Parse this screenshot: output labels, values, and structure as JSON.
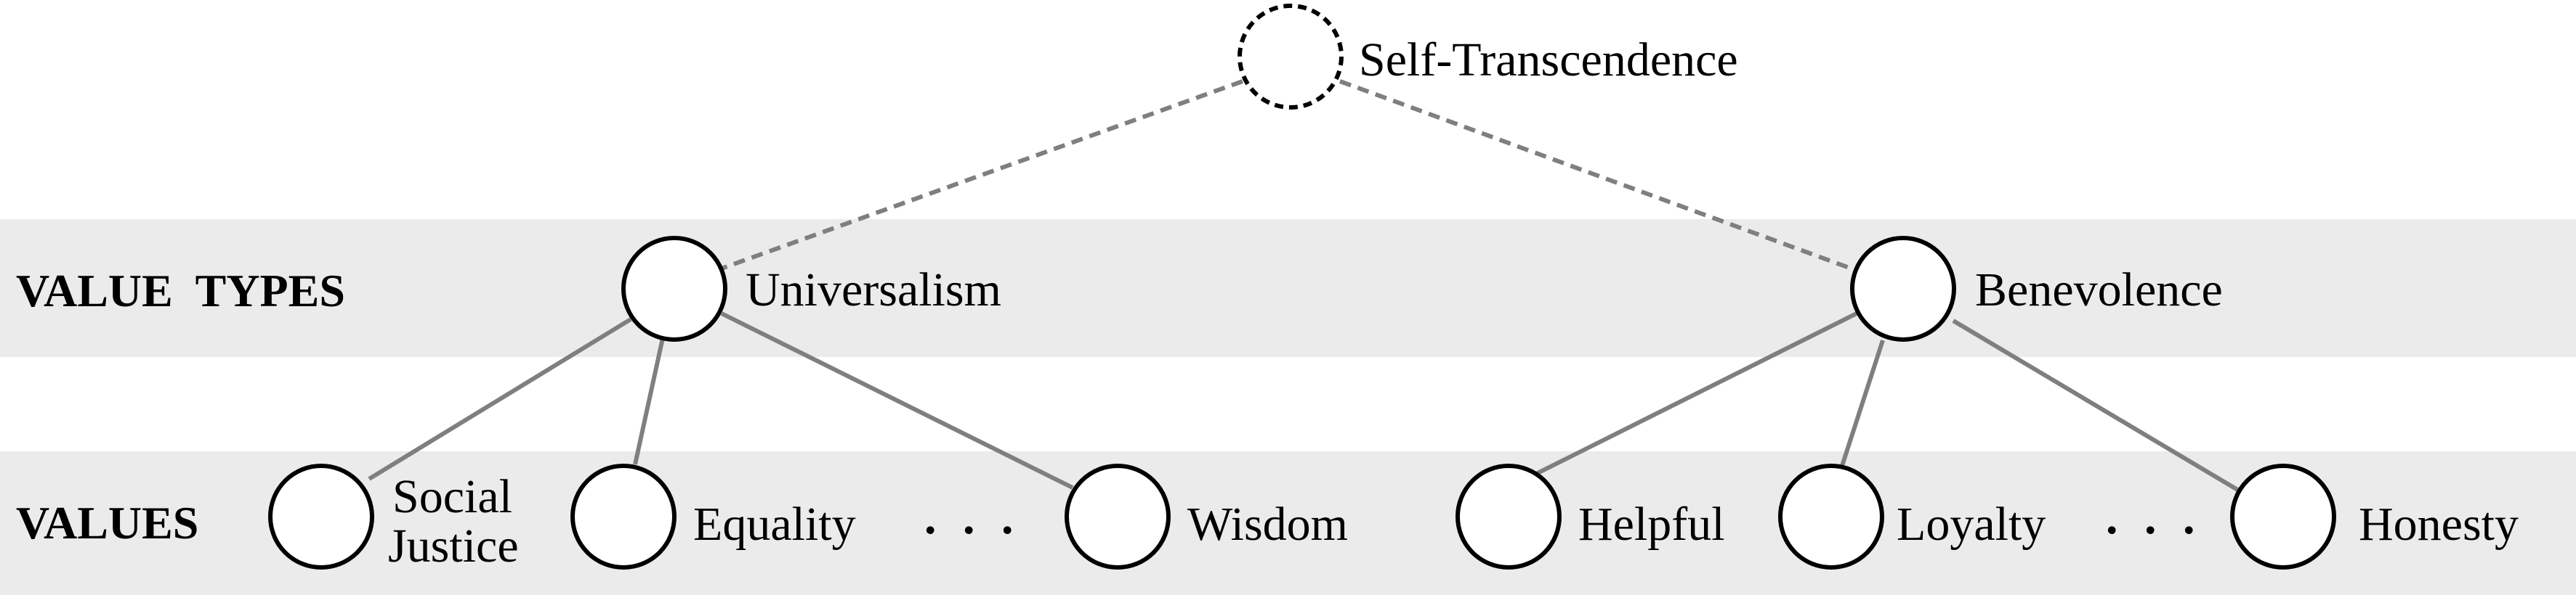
{
  "rows": {
    "types_label": "VALUE  TYPES",
    "values_label": "VALUES"
  },
  "root": {
    "label": "Self-Transcendence"
  },
  "types": [
    {
      "label": "Universalism"
    },
    {
      "label": "Benevolence"
    }
  ],
  "values": [
    {
      "label_line1": "Social",
      "label_line2": "Justice"
    },
    {
      "label": "Equality"
    },
    {
      "label": "Wisdom"
    },
    {
      "label": "Helpful"
    },
    {
      "label": "Loyalty"
    },
    {
      "label": "Honesty"
    }
  ],
  "ellipsis": ". . ."
}
